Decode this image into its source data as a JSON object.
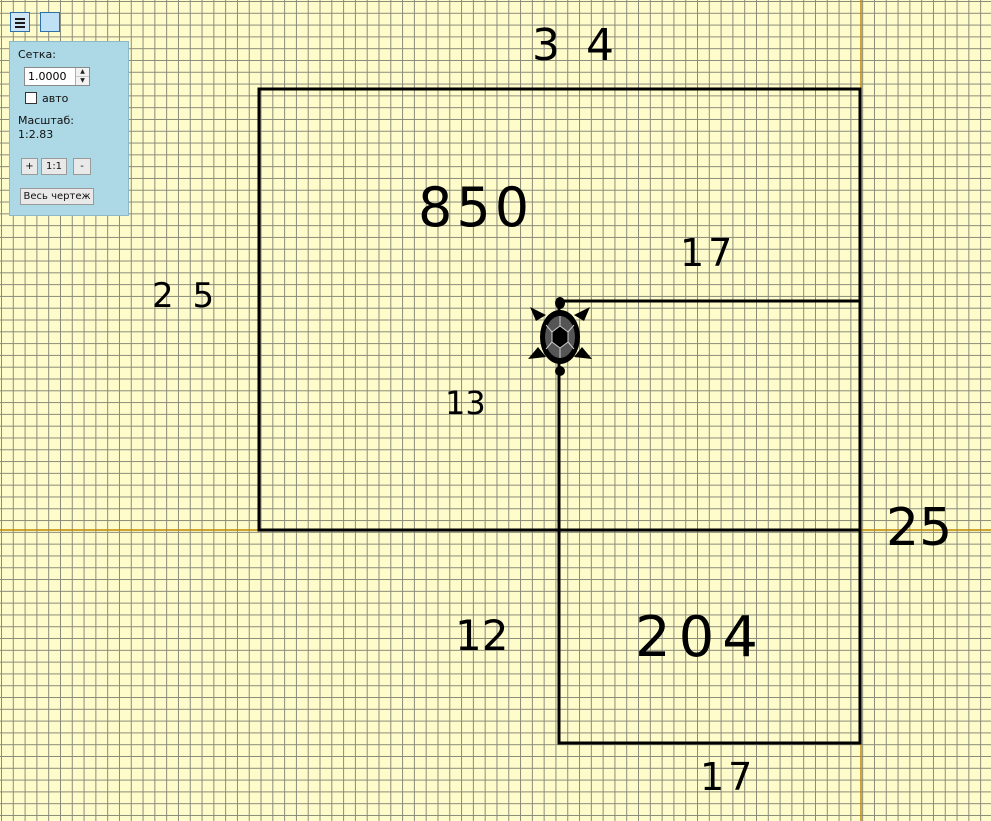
{
  "toolbar": {
    "menu_icon": "hamburger-menu-icon",
    "color_icon": "color-swatch-icon"
  },
  "panel": {
    "grid_label": "Сетка:",
    "grid_value": "1.0000",
    "auto_label": "авто",
    "auto_checked": false,
    "scale_label": "Масштаб:",
    "scale_value": "1:2.83",
    "zoom_in_label": "+",
    "zoom_reset_label": "1:1",
    "zoom_out_label": "-",
    "fit_all_label": "Весь чертеж"
  },
  "canvas": {
    "background_color": "#fefcca",
    "grid_color": "#8a8a7a",
    "axis_color": "#c08a00",
    "line_color": "#000000",
    "cursor_icon": "turtle-icon"
  },
  "annotations": {
    "top_width": "3 4",
    "left_height": "2 5",
    "big_area": "850",
    "top_right_width": "17",
    "inner_height": "13",
    "right_height": "25",
    "lower_left_height": "12",
    "lower_area": "204",
    "bottom_width": "17"
  }
}
